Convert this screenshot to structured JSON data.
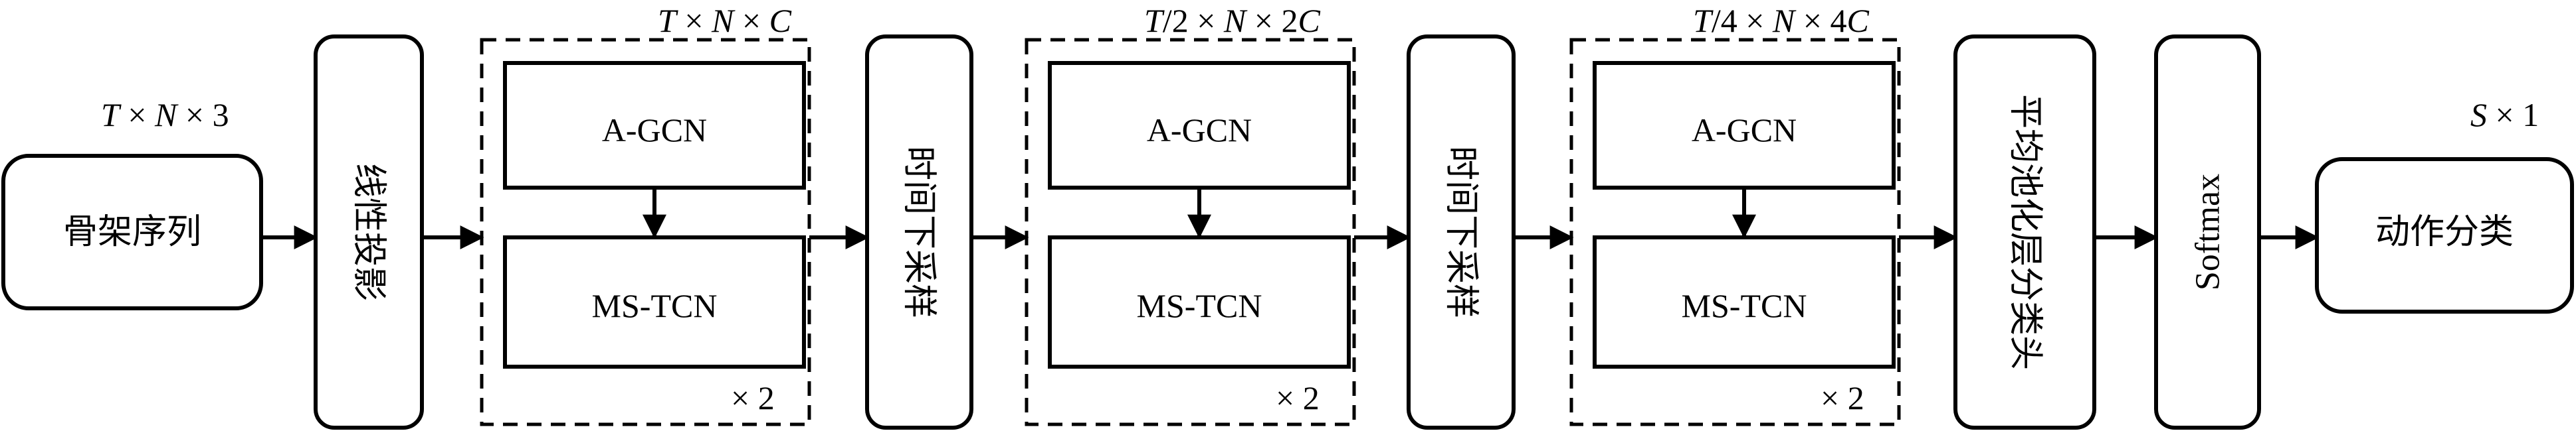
{
  "diagram": {
    "input_shape": {
      "t": "T",
      "x1": " × ",
      "n": "N",
      "x2": " × 3"
    },
    "output_shape": {
      "s": "S",
      "x1": " × 1"
    },
    "stage1_shape": {
      "t": "T",
      "x1": " × ",
      "n": "N",
      "x2": " × ",
      "c": "C"
    },
    "stage2_shape": {
      "t": "T",
      "x1": "/2 × ",
      "n": "N",
      "x2": " × 2",
      "c": "C"
    },
    "stage3_shape": {
      "t": "T",
      "x1": "/4 × ",
      "n": "N",
      "x2": " × 4",
      "c": "C"
    },
    "input_label": "骨架序列",
    "projection_label": "线性投影",
    "downsample1_label": "时间下采样",
    "downsample2_label": "时间下采样",
    "pool_label": "平均池化层分类头",
    "softmax_label": "Softmax",
    "output_label": "动作分类",
    "agcn_label": "A-GCN",
    "mstcn_label": "MS-TCN",
    "repeat_label": "× 2"
  }
}
